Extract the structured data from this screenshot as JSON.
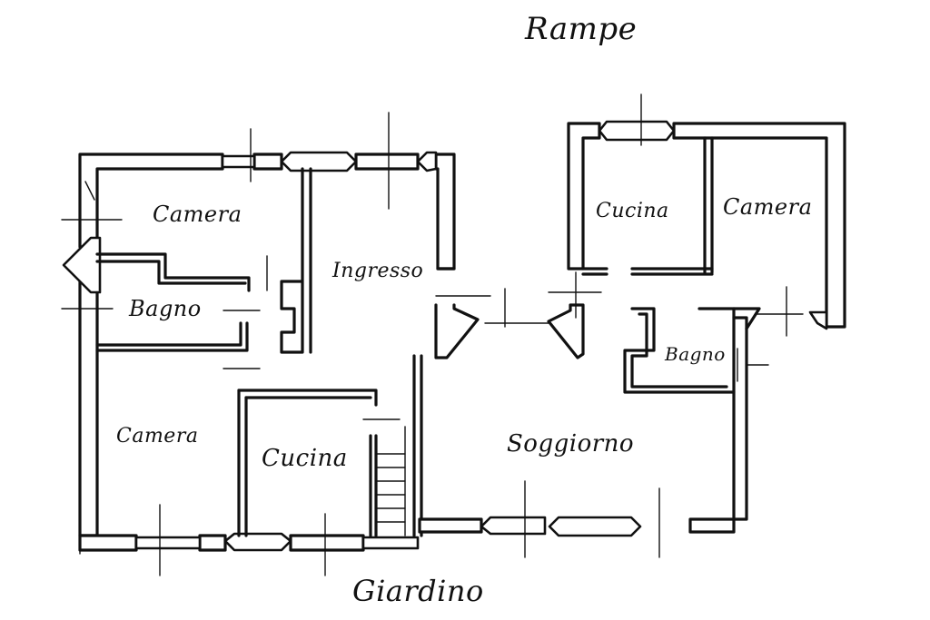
{
  "labels": {
    "rampe": "Rampe",
    "giardino": "Giardino",
    "camera_top_left": "Camera",
    "bagno_left": "Bagno",
    "camera_bottom_left": "Camera",
    "ingresso": "Ingresso",
    "cucina_left": "Cucina",
    "cucina_right": "Cucina",
    "camera_right": "Camera",
    "bagno_right": "Bagno",
    "soggiorno": "Soggiorno"
  }
}
